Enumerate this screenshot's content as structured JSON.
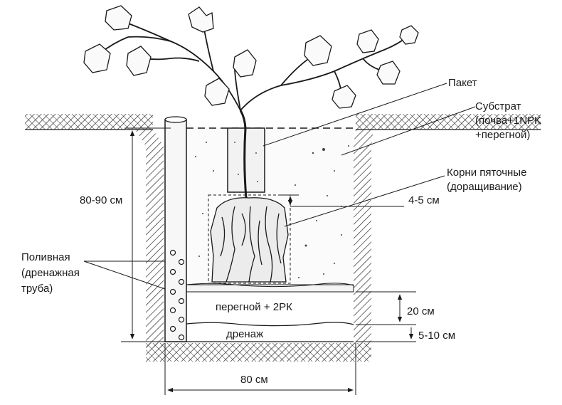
{
  "labels": {
    "package": "Пакет",
    "substrate_l1": "Субстрат",
    "substrate_l2": "(почва+1NPK",
    "substrate_l3": "+перегной)",
    "roots_l1": "Корни пяточные",
    "roots_l2": "(доращивание)",
    "gap": "4-5 см",
    "pipe_l1": "Поливная",
    "pipe_l2": "(дренажная",
    "pipe_l3": "труба)",
    "depth": "80-90 см",
    "humus_layer": "перегной + 2РК",
    "humus_thickness": "20 см",
    "drainage_layer": "дренаж",
    "drainage_thickness": "5-10 см",
    "width": "80 см"
  },
  "colors": {
    "ink": "#1a1a1a",
    "hatch": "#2a2a2a",
    "substrate": "#fbfbfb"
  }
}
